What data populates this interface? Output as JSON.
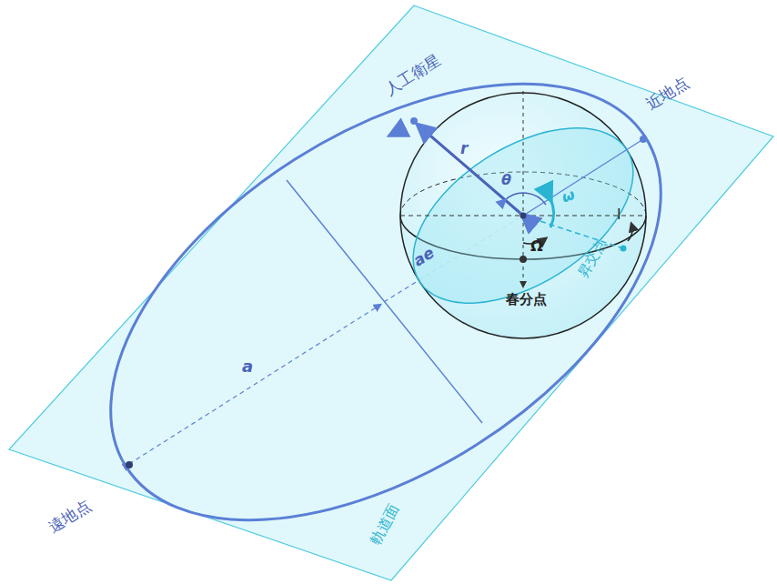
{
  "diagram": {
    "labels": [
      "人工衛星",
      "近地点",
      "遠地点",
      "軌道面",
      "昇交点",
      "春分点",
      "r",
      "θ",
      "ω",
      "Ω",
      "I",
      "ae",
      "a"
    ]
  }
}
